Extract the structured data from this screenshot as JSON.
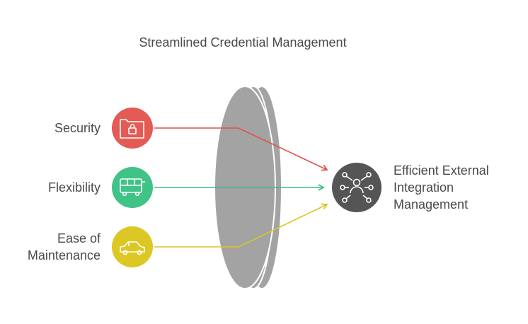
{
  "title": "Streamlined Credential Management",
  "inputs": [
    {
      "label": "Security",
      "color": "#e45a55",
      "arrow_color": "#e2514c",
      "icon": "folder-lock-icon"
    },
    {
      "label": "Flexibility",
      "color": "#3fc387",
      "arrow_color": "#3cc07f",
      "icon": "bus-icon"
    },
    {
      "label": "Ease of\nMaintenance",
      "color": "#dcc725",
      "arrow_color": "#dcc623",
      "icon": "car-icon"
    }
  ],
  "output": {
    "label": "Efficient External Integration Management",
    "color": "#555555",
    "icon": "network-hub-icon"
  },
  "lens_color": "#a3a3a3"
}
